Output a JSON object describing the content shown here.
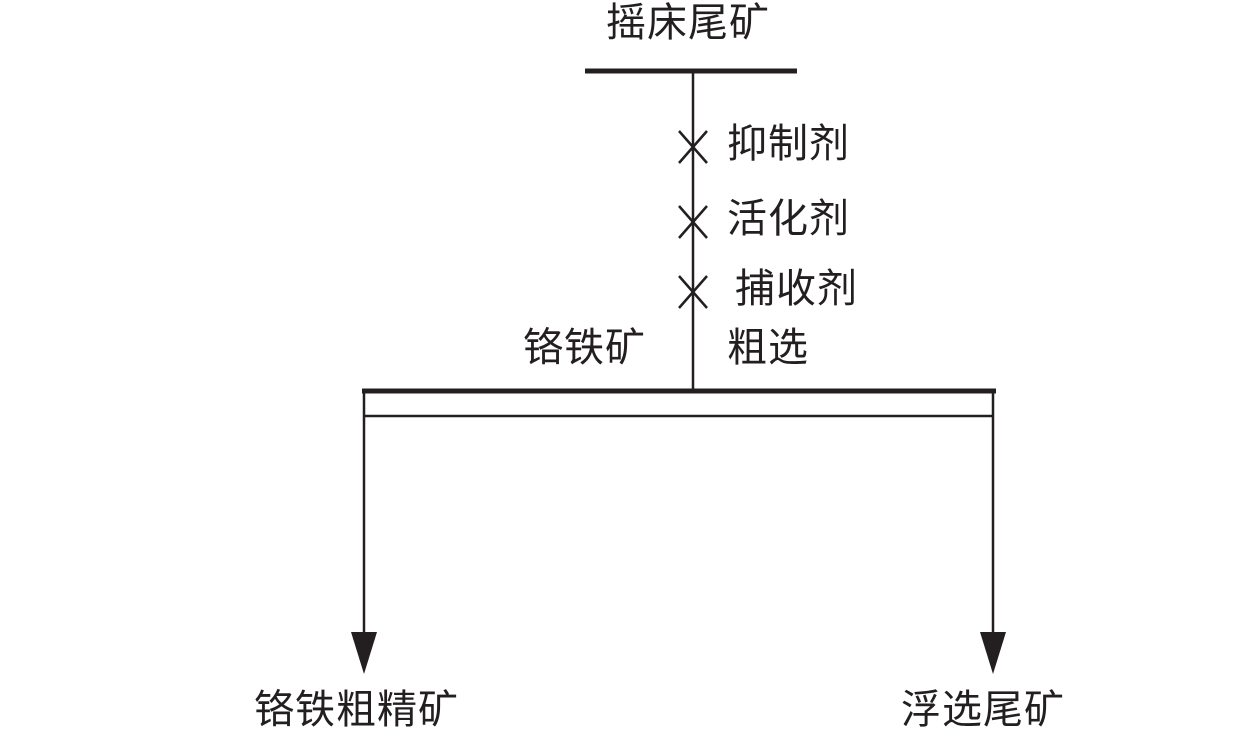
{
  "feed": {
    "label": "摇床尾矿"
  },
  "reagents": [
    {
      "label": "抑制剂"
    },
    {
      "label": "活化剂"
    },
    {
      "label": "捕收剂"
    }
  ],
  "operation": {
    "label": "粗选",
    "side_label": "铬铁矿"
  },
  "products": {
    "concentrate": "铬铁粗精矿",
    "tailings": "浮选尾矿"
  },
  "colors": {
    "line": "#231f20",
    "background": "#ffffff"
  }
}
